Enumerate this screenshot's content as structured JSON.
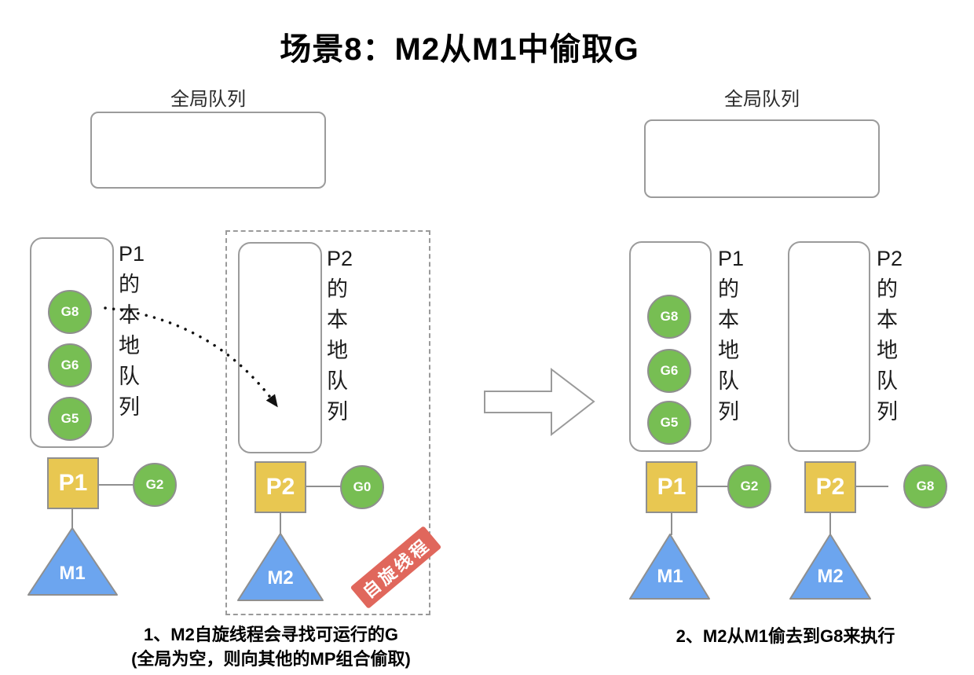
{
  "title": "场景8：M2从M1中偷取G",
  "colors": {
    "goroutine_green": "#77BE53",
    "processor_yellow": "#E8C751",
    "machine_blue": "#6CA5EF",
    "spin_badge_red": "#E0675C",
    "outline_gray": "#8f8f8f"
  },
  "left": {
    "global_queue": {
      "label": "全局队列"
    },
    "p1": {
      "queue_label": "P1\n的\n本\n地\n队\n列",
      "queue_goroutines": [
        "G8",
        "G6",
        "G5"
      ],
      "label": "P1",
      "attached_goroutine": "G2",
      "machine": "M1"
    },
    "p2": {
      "queue_label": "P2\n的\n本\n地\n队\n列",
      "queue_goroutines": [],
      "label": "P2",
      "attached_goroutine": "G0",
      "machine": "M2"
    },
    "spin_badge": "自旋线程",
    "caption_line1": "1、M2自旋线程会寻找可运行的G",
    "caption_line2": "(全局为空，则向其他的MP组合偷取)"
  },
  "right": {
    "global_queue": {
      "label": "全局队列"
    },
    "p1": {
      "queue_label": "P1\n的\n本\n地\n队\n列",
      "queue_goroutines": [
        "G8",
        "G6",
        "G5"
      ],
      "label": "P1",
      "attached_goroutine": "G2",
      "machine": "M1"
    },
    "p2": {
      "queue_label": "P2\n的\n本\n地\n队\n列",
      "queue_goroutines": [],
      "label": "P2",
      "attached_goroutine": "G8",
      "machine": "M2"
    },
    "caption": "2、M2从M1偷去到G8来执行"
  }
}
